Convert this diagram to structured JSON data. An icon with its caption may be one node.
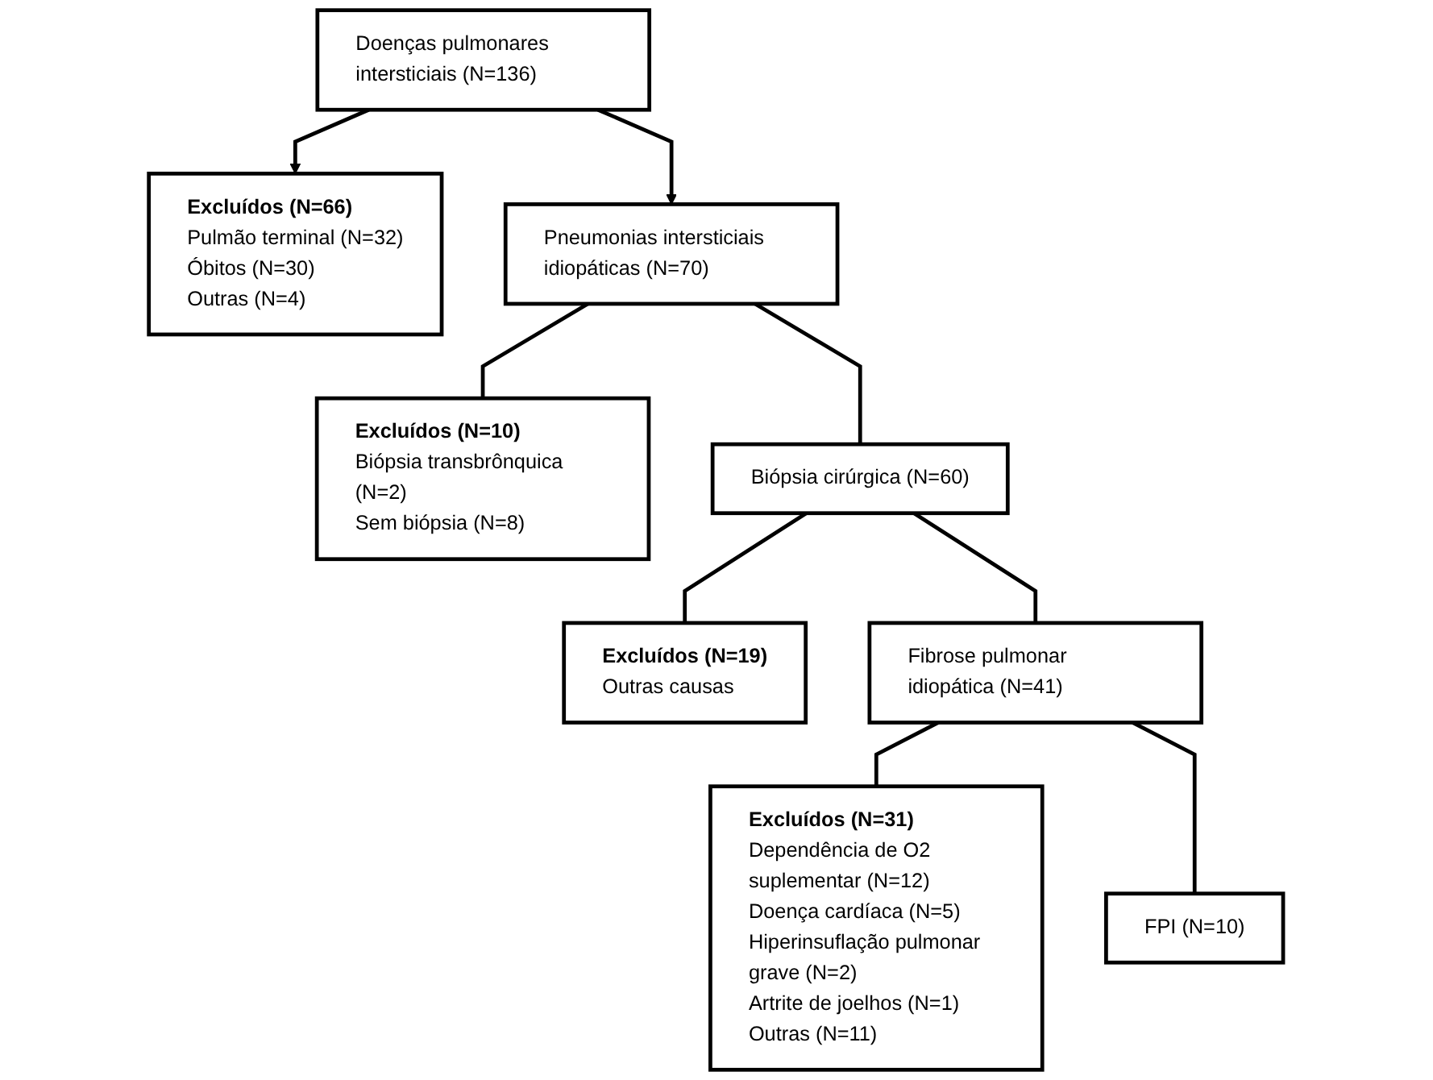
{
  "diagram": {
    "nodes": [
      {
        "text": [
          "Doenças pulmonares intersticiais (N=136)"
        ]
      },
      {
        "text": [
          "Excluídos (N=66)",
          "Pulmão terminal (N=32)",
          "Óbitos (N=30)",
          "Outras (N=4)"
        ]
      },
      {
        "text": [
          "Pneumonias intersticiais idiopáticas (N=70)"
        ]
      },
      {
        "text": [
          "Excluídos (N=10)",
          "Biópsia transbrônquica (N=2)",
          "Sem biópsia (N=8)"
        ]
      },
      {
        "text": [
          "Biópsia cirúrgica (N=60)"
        ]
      },
      {
        "text": [
          "Excluídos (N=19)",
          "Outras causas"
        ]
      },
      {
        "text": [
          "Fibrose pulmonar idiopática (N=41)"
        ]
      },
      {
        "text": [
          "Excluídos (N=31)",
          "Dependência de O2 suplementar (N=12)",
          "Doença cardíaca (N=5)",
          "Hiperinsuflação pulmonar grave (N=2)",
          "Artrite de joelhos (N=1)",
          "Outras (N=11)"
        ]
      },
      {
        "text": [
          "FPI (N=10)"
        ]
      }
    ],
    "edges": [
      {
        "from": 0,
        "to": 1,
        "arrow": "to"
      },
      {
        "from": 0,
        "to": 2,
        "arrow": "to"
      },
      {
        "from": 2,
        "to": 3,
        "arrow": "none"
      },
      {
        "from": 2,
        "to": 4,
        "arrow": "none"
      },
      {
        "from": 4,
        "to": 5,
        "arrow": "none"
      },
      {
        "from": 4,
        "to": 6,
        "arrow": "none"
      },
      {
        "from": 6,
        "to": 7,
        "arrow": "none"
      },
      {
        "from": 6,
        "to": 8,
        "arrow": "none"
      }
    ]
  }
}
